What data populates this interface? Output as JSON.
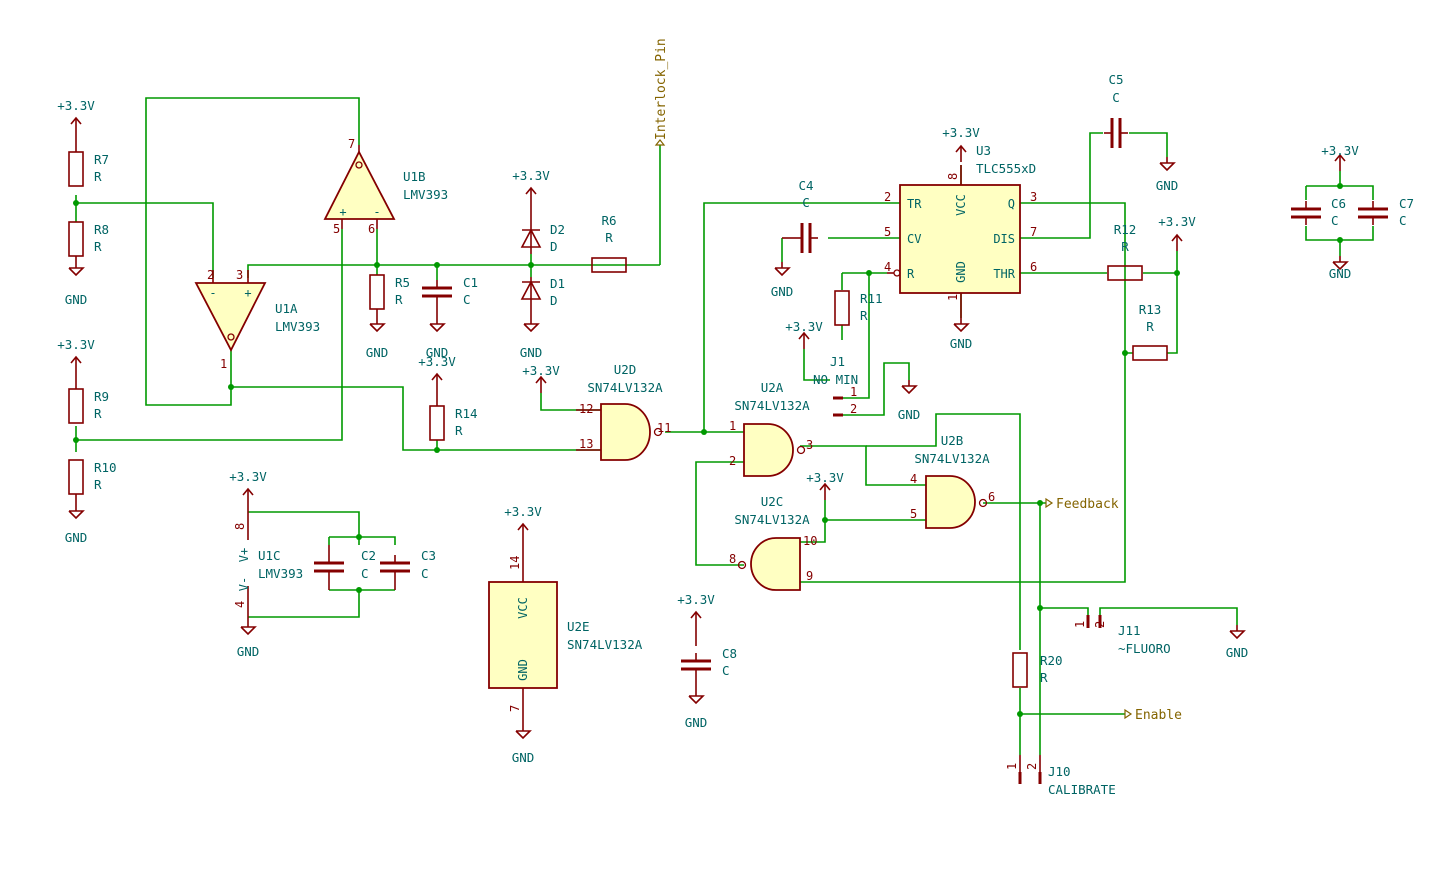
{
  "schematic": {
    "components": [
      {
        "ref": "R7",
        "value": "R"
      },
      {
        "ref": "R8",
        "value": "R"
      },
      {
        "ref": "R9",
        "value": "R"
      },
      {
        "ref": "R10",
        "value": "R"
      },
      {
        "ref": "R5",
        "value": "R"
      },
      {
        "ref": "C1",
        "value": "C"
      },
      {
        "ref": "D2",
        "value": "D"
      },
      {
        "ref": "D1",
        "value": "D"
      },
      {
        "ref": "R6",
        "value": "R"
      },
      {
        "ref": "U1B",
        "value": "LMV393"
      },
      {
        "ref": "U1A",
        "value": "LMV393"
      },
      {
        "ref": "U1C",
        "value": "LMV393"
      },
      {
        "ref": "C2",
        "value": "C"
      },
      {
        "ref": "C3",
        "value": "C"
      },
      {
        "ref": "R14",
        "value": "R"
      },
      {
        "ref": "U2D",
        "value": "SN74LV132A"
      },
      {
        "ref": "U2A",
        "value": "SN74LV132A"
      },
      {
        "ref": "U2C",
        "value": "SN74LV132A"
      },
      {
        "ref": "U2B",
        "value": "SN74LV132A"
      },
      {
        "ref": "U2E",
        "value": "SN74LV132A"
      },
      {
        "ref": "C4",
        "value": "C"
      },
      {
        "ref": "C5",
        "value": "C"
      },
      {
        "ref": "U3",
        "value": "TLC555xD"
      },
      {
        "ref": "R11",
        "value": "R"
      },
      {
        "ref": "J1",
        "value": "NO MIN"
      },
      {
        "ref": "R12",
        "value": "R"
      },
      {
        "ref": "R13",
        "value": "R"
      },
      {
        "ref": "C6",
        "value": "C"
      },
      {
        "ref": "C7",
        "value": "C"
      },
      {
        "ref": "C8",
        "value": "C"
      },
      {
        "ref": "R20",
        "value": "R"
      },
      {
        "ref": "J11",
        "value": "~FLUORO"
      },
      {
        "ref": "J10",
        "value": "CALIBRATE"
      }
    ],
    "power": {
      "vcc": "+3.3V",
      "gnd": "GND"
    },
    "global_labels": {
      "interlock": "Interlock_Pin",
      "feedback": "Feedback",
      "enable": "Enable"
    },
    "pin_names": {
      "tr": "TR",
      "cv": "CV",
      "r": "R",
      "vcc": "VCC",
      "gnd": "GND",
      "q": "Q",
      "dis": "DIS",
      "thr": "THR",
      "vplus": "V+",
      "vminus": "V-",
      "plus": "+",
      "minus": "-"
    },
    "pin_numbers": {
      "u1a_2": "2",
      "u1a_3": "3",
      "u1a_1": "1",
      "u1b_7": "7",
      "u1b_5": "5",
      "u1b_6": "6",
      "u1c_8": "8",
      "u1c_4": "4",
      "u2d_12": "12",
      "u2d_13": "13",
      "u2d_11": "11",
      "u2a_1": "1",
      "u2a_2": "2",
      "u2a_3": "3",
      "u2c_10": "10",
      "u2c_9": "9",
      "u2c_8": "8",
      "u2b_4": "4",
      "u2b_5": "5",
      "u2b_6": "6",
      "u2e_14": "14",
      "u2e_7": "7",
      "u3_2": "2",
      "u3_5": "5",
      "u3_4": "4",
      "u3_8": "8",
      "u3_1": "1",
      "u3_3": "3",
      "u3_7": "7",
      "u3_6": "6",
      "j1_1": "1",
      "j1_2": "2",
      "j11_1": "1",
      "j11_2": "2",
      "j10_1": "1",
      "j10_2": "2"
    },
    "colors": {
      "wire": "#009900",
      "symbol": "#840000",
      "symbol_fill": "#ffffc2",
      "ref_text": "#006464",
      "global_label": "#846400",
      "background": "#ffffff"
    }
  }
}
